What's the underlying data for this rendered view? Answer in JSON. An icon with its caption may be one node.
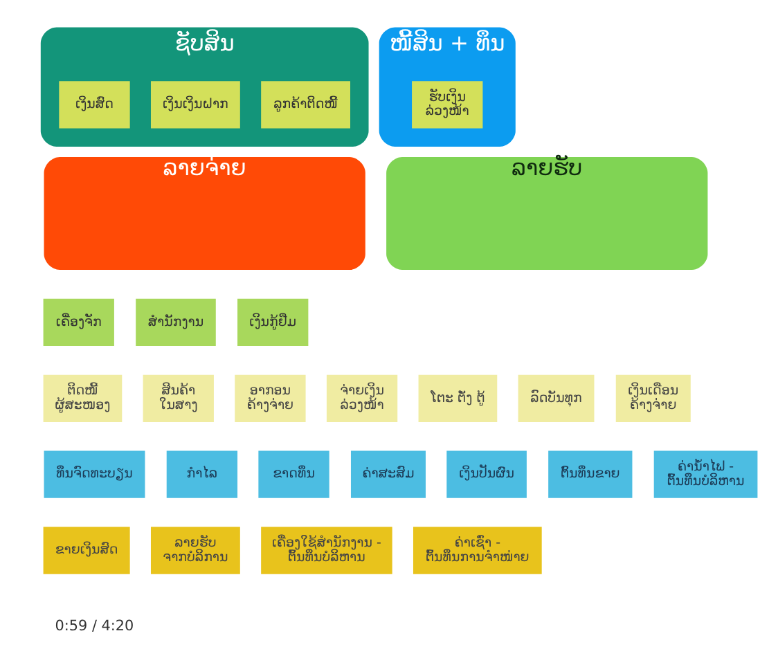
{
  "diagram": {
    "nodes": [
      {
        "text": [
          "ຊັບສິນ"
        ]
      },
      {
        "text": [
          "ເງິນສົດ"
        ],
        "in": 0
      },
      {
        "text": [
          "ເງິນເງິນຝາກ"
        ],
        "in": 0
      },
      {
        "text": [
          "ລູກຄ້າຕິດໜີ້"
        ],
        "in": 0
      },
      {
        "text": [
          "ໜີ້ສິນ + ທຶນ"
        ]
      },
      {
        "text": [
          "ຮັບເງິນ ລ່ວງໜ້າ"
        ],
        "in": 4
      },
      {
        "text": [
          "ລາຍຈ່າຍ"
        ]
      },
      {
        "text": [
          "ລາຍຮັບ"
        ]
      },
      {
        "text": [
          "ເຄື່ອງຈັກ"
        ]
      },
      {
        "text": [
          "ສຳນັກງານ"
        ]
      },
      {
        "text": [
          "ເງິນກູ້ຢືມ"
        ]
      },
      {
        "text": [
          "ຕິດໜີ້ ຜູ້ສະໜອງ"
        ]
      },
      {
        "text": [
          "ສິນຄ້າ ໃນສາງ"
        ]
      },
      {
        "text": [
          "ອາກອນ ຄ້າງຈ່າຍ"
        ]
      },
      {
        "text": [
          "ຈ່າຍເງິນ ລ່ວງໜ້າ"
        ]
      },
      {
        "text": [
          "ໂຕະ ຕັ່ງ ຕູ້"
        ]
      },
      {
        "text": [
          "ລົດບັນທຸກ"
        ]
      },
      {
        "text": [
          "ເງິນເດືອນ ຄ້າງຈ່າຍ"
        ]
      },
      {
        "text": [
          "ທຶນຈົດທະບຽນ"
        ]
      },
      {
        "text": [
          "ກຳໄລ"
        ]
      },
      {
        "text": [
          "ຂາດທຶນ"
        ]
      },
      {
        "text": [
          "ຄ່າສະສົມ"
        ]
      },
      {
        "text": [
          "ເງິນປັນຜົນ"
        ]
      },
      {
        "text": [
          "ຕົ້ນທຶນຂາຍ"
        ]
      },
      {
        "text": [
          "ຄ່ານ້ຳໄຟ - ຕົ້ນທຶນບໍລິຫານ"
        ]
      },
      {
        "text": [
          "ຂາຍເງິນສົດ"
        ]
      },
      {
        "text": [
          "ລາຍຮັບ ຈາກບໍລິການ"
        ]
      },
      {
        "text": [
          "ເຄື່ອງໃຊ້ສຳນັກງານ - ຕົ້ນທຶນບໍລິຫານ"
        ]
      },
      {
        "text": [
          "ຄ່າເຊົ່າ - ຕົ້ນທຶນການຈຳໜ່າຍ"
        ]
      }
    ],
    "labels": [
      "0:59 / 4:20"
    ]
  }
}
